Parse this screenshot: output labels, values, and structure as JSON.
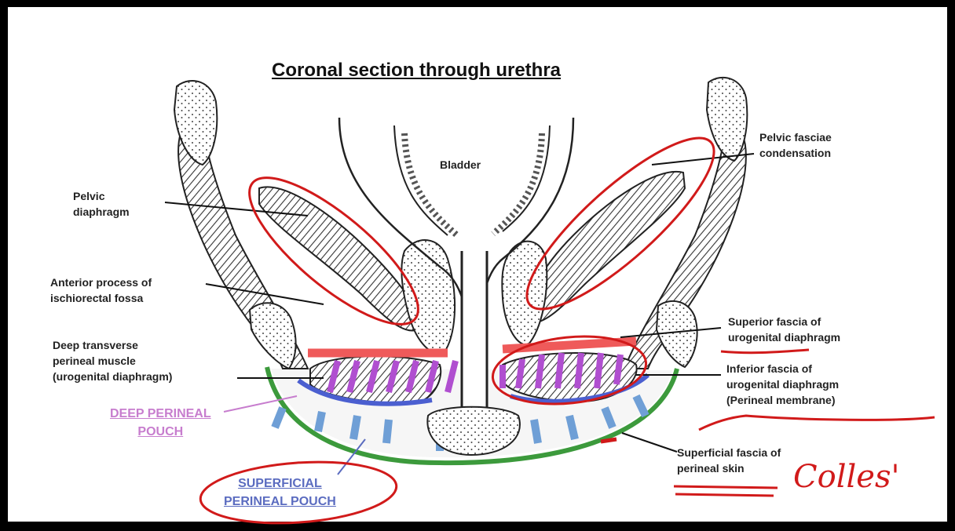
{
  "title": "Coronal section through urethra",
  "labels": {
    "bladder": "Bladder",
    "pelvic_fasciae_1": "Pelvic fasciae",
    "pelvic_fasciae_2": "condensation",
    "pelvic_diaphragm_1": "Pelvic",
    "pelvic_diaphragm_2": "diaphragm",
    "anterior_process_1": "Anterior process of",
    "anterior_process_2": "ischiorectal fossa",
    "superior_fascia_1": "Superior fascia of",
    "superior_fascia_2": "urogenital diaphragm",
    "deep_transverse_1": "Deep transverse",
    "deep_transverse_2": "perineal muscle",
    "deep_transverse_3": "(urogenital diaphragm)",
    "inferior_fascia_1": "Inferior fascia of",
    "inferior_fascia_2": "urogenital diaphragm",
    "inferior_fascia_3": "(Perineal membrane)",
    "superficial_fascia_1": "Superficial fascia of",
    "superficial_fascia_2": "perineal skin"
  },
  "pouches": {
    "deep_1": "DEEP PERINEAL",
    "deep_2": "POUCH",
    "superficial_1": "SUPERFICIAL",
    "superficial_2": "PERINEAL POUCH"
  },
  "annotation": {
    "handwritten": "Colles'"
  },
  "colors": {
    "annotation_red": "#d11a1a",
    "superior_fascia_red": "#ef5a5a",
    "inferior_fascia_blue": "#4b5fd0",
    "superficial_fascia_green": "#3c9a3c",
    "deep_pouch_purple": "#b04fd0",
    "superficial_pouch_blue": "#6f9fd6"
  }
}
